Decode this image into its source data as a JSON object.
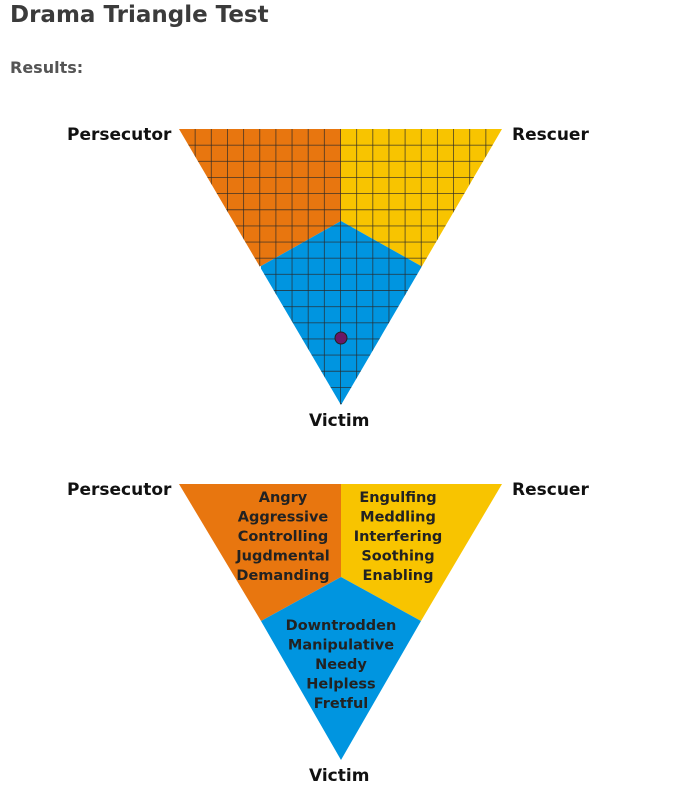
{
  "page": {
    "title": "Drama Triangle Test",
    "results_label": "Results:"
  },
  "roles": {
    "persecutor": "Persecutor",
    "rescuer": "Rescuer",
    "victim": "Victim"
  },
  "colors": {
    "persecutor": "#e8760f",
    "rescuer": "#f8c400",
    "victim": "#0095e0",
    "marker": "#6b1766",
    "grid": "#2a2a2a"
  },
  "result_chart": {
    "grid_divisions": 20,
    "marker": {
      "persecutor": 0.12,
      "rescuer": 0.12,
      "victim": 0.76
    }
  },
  "traits": {
    "persecutor": [
      "Angry",
      "Aggressive",
      "Controlling",
      "Jugdmental",
      "Demanding"
    ],
    "rescuer": [
      "Engulfing",
      "Meddling",
      "Interfering",
      "Soothing",
      "Enabling"
    ],
    "victim": [
      "Downtrodden",
      "Manipulative",
      "Needy",
      "Helpless",
      "Fretful"
    ]
  }
}
